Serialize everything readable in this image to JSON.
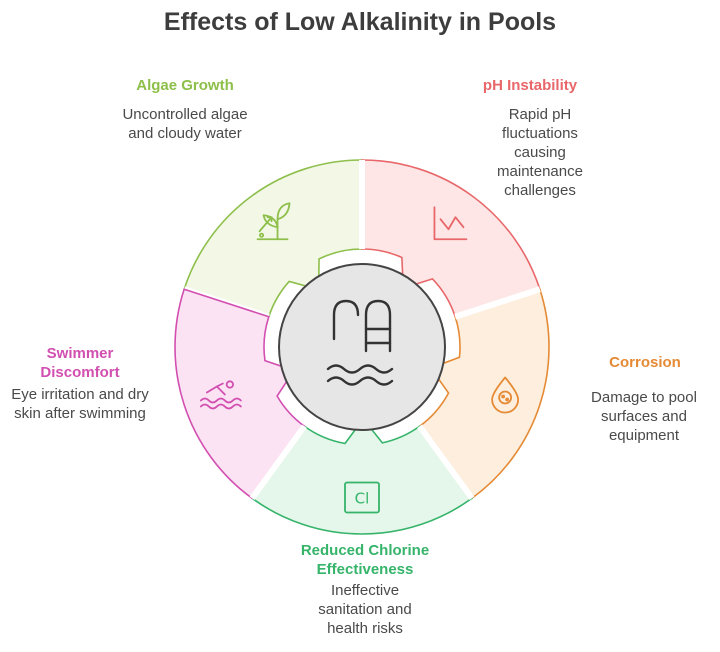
{
  "title": "Effects of Low Alkalinity in Pools",
  "segments": [
    {
      "key": "algae",
      "title": "Algae Growth",
      "description": "Uncontrolled algae and cloudy water",
      "color": "#8dbf4a",
      "fill": "#f3f8e6",
      "icon": "plant-growth-icon"
    },
    {
      "key": "ph",
      "title": "pH Instability",
      "description": "Rapid pH fluctuations causing maintenance challenges",
      "color": "#e8676a",
      "fill": "#fde6e5",
      "icon": "fluctuation-chart-icon"
    },
    {
      "key": "corrosion",
      "title": "Corrosion",
      "description": "Damage to pool surfaces and equipment",
      "color": "#e58a35",
      "fill": "#fdeedd",
      "icon": "corrosion-drop-icon"
    },
    {
      "key": "chlorine",
      "title": "Reduced Chlorine Effectiveness",
      "description": "Ineffective sanitation and health risks",
      "color": "#35b46a",
      "fill": "#e5f6ea",
      "icon": "chlorine-cl-icon"
    },
    {
      "key": "swimmer",
      "title": "Swimmer Discomfort",
      "description": "Eye irritation and dry skin after swimming",
      "color": "#d24fb0",
      "fill": "#fbe3f4",
      "icon": "swimmer-icon"
    }
  ],
  "center": {
    "icon": "pool-ladder-icon",
    "fill": "#e6e6e6",
    "stroke": "#444444"
  }
}
